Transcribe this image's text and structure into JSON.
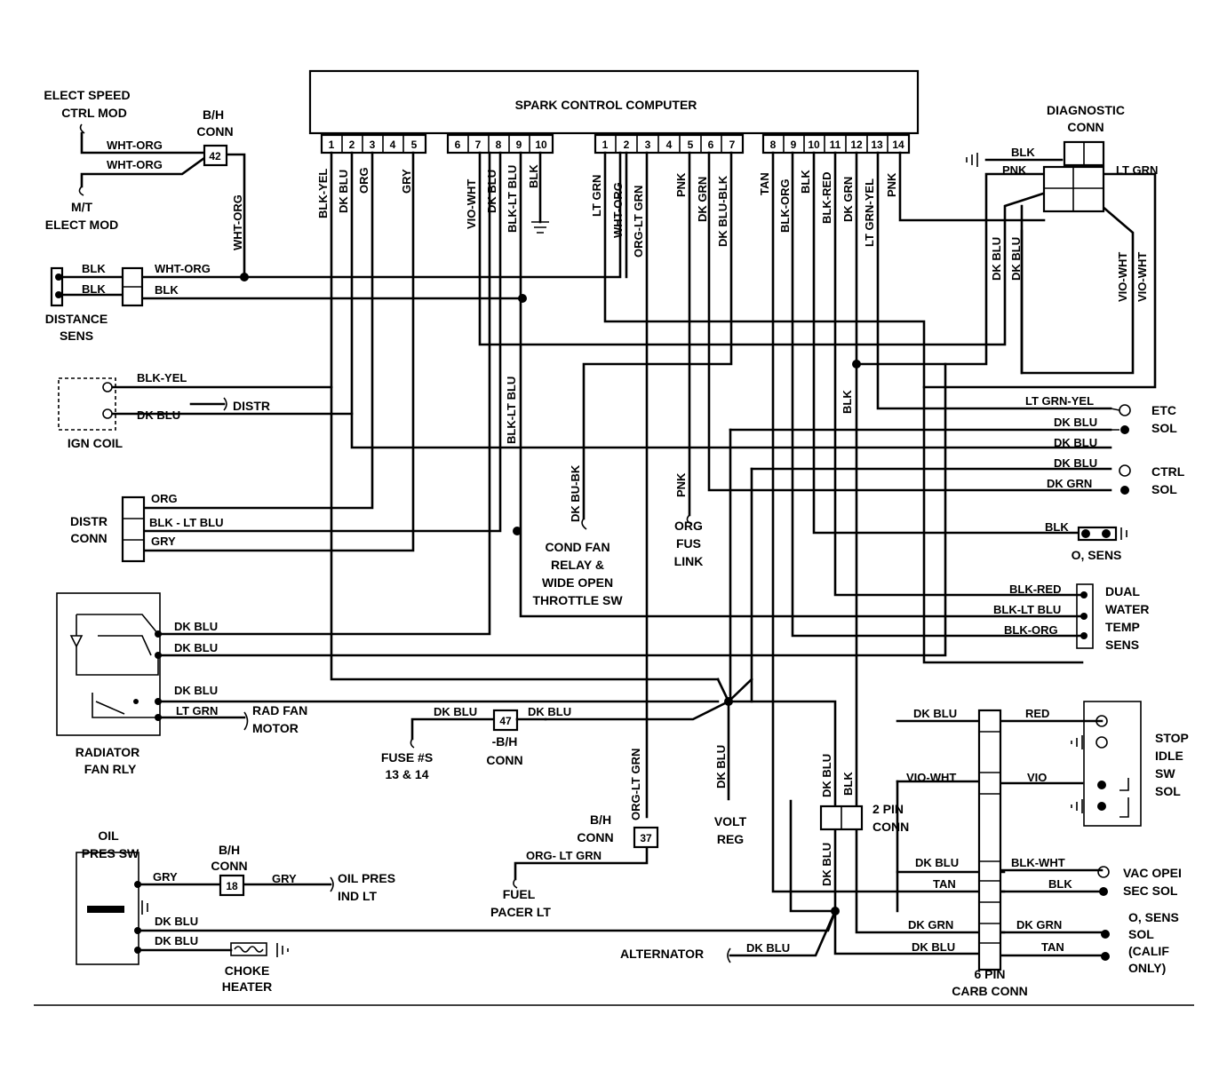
{
  "computer": {
    "title": "SPARK CONTROL COMPUTER",
    "group1_pins": [
      "1",
      "2",
      "3",
      "4",
      "5"
    ],
    "group2_pins": [
      "6",
      "7",
      "8",
      "9",
      "10"
    ],
    "group3_pins": [
      "1",
      "2",
      "3",
      "4",
      "5",
      "6",
      "7"
    ],
    "group4_pins": [
      "8",
      "9",
      "10",
      "11",
      "12",
      "13",
      "14"
    ]
  },
  "wire_labels_vertical": {
    "g1": [
      "BLK-YEL",
      "DK BLU",
      "ORG",
      "GRY"
    ],
    "g2": [
      "VIO-WHT",
      "DK BLU",
      "BLK-LT BLU",
      "BLK"
    ],
    "g3": [
      "LT GRN",
      "WHT-ORG",
      "ORG-LT GRN",
      "PNK",
      "DK GRN",
      "DK BLU-BLK"
    ],
    "g4": [
      "TAN",
      "BLK-ORG",
      "BLK",
      "BLK-RED",
      "DK GRN",
      "LT GRN-YEL",
      "PNK"
    ],
    "misc": [
      "WHT-ORG",
      "BLK-LT BLU",
      "DK BU-BK",
      "PNK",
      "BLK",
      "DK BLU",
      "DK BLU",
      "VIO-WHT",
      "VIO-WHT",
      "DK BLU",
      "DK BLU",
      "BLK",
      "DK BLU",
      "ORG-LT GRN"
    ]
  },
  "components": {
    "elect_speed": [
      "ELECT SPEED",
      "CTRL MOD"
    ],
    "bh_conn_top": [
      "B/H",
      "CONN"
    ],
    "bh_conn_top_num": "42",
    "mt_elect": [
      "M/T",
      "ELECT MOD"
    ],
    "distance_sens": [
      "DISTANCE",
      "SENS"
    ],
    "ign_coil": "IGN COIL",
    "distr": "DISTR",
    "distr_conn": [
      "DISTR",
      "CONN"
    ],
    "cond_fan": [
      "COND FAN",
      "RELAY &",
      "WIDE OPEN",
      "THROTTLE SW"
    ],
    "org_fus": [
      "ORG",
      "FUS",
      "LINK"
    ],
    "radiator": [
      "RADIATOR",
      "FAN RLY"
    ],
    "rad_fan_motor": [
      "RAD FAN",
      "MOTOR"
    ],
    "fuse": [
      "FUSE #S",
      "13 & 14"
    ],
    "bh_conn_47": [
      "-B/H",
      "CONN"
    ],
    "bh_conn_47_num": "47",
    "volt_reg": [
      "VOLT",
      "REG"
    ],
    "bh_conn_37": [
      "B/H",
      "CONN"
    ],
    "bh_conn_37_num": "37",
    "fuel_pacer": [
      "FUEL",
      "PACER LT"
    ],
    "oil_pres_sw": [
      "OIL",
      "PRES SW"
    ],
    "bh_conn_18": [
      "B/H",
      "CONN"
    ],
    "bh_conn_18_num": "18",
    "oil_pres_ind": [
      "OIL PRES",
      "IND LT"
    ],
    "choke_heater": [
      "CHOKE",
      "HEATER"
    ],
    "alternator": "ALTERNATOR",
    "diagnostic_conn": [
      "DIAGNOSTIC",
      "CONN"
    ],
    "etc_sol": [
      "ETC",
      "SOL"
    ],
    "ctrl_sol": [
      "CTRL",
      "SOL"
    ],
    "o2_sens": "O, SENS",
    "dual_water": [
      "DUAL",
      "WATER",
      "TEMP",
      "SENS"
    ],
    "stop_idle": [
      "STOP",
      "IDLE",
      "SW",
      "SOL"
    ],
    "two_pin_conn": [
      "2 PIN",
      "CONN"
    ],
    "vac_oper": [
      "VAC OPEI",
      "SEC SOL"
    ],
    "o2_sens_sol": [
      "O, SENS",
      "SOL",
      "(CALIF",
      "ONLY)"
    ],
    "six_pin": [
      "6 PIN",
      "CARB CONN"
    ]
  },
  "wire_labels": {
    "wht_org_1": "WHT-ORG",
    "wht_org_2": "WHT-ORG",
    "blk_1": "BLK",
    "blk_2": "BLK",
    "wht_org_3": "WHT-ORG",
    "blk_3": "BLK",
    "blk_yel": "BLK-YEL",
    "dk_blu_coil": "DK BLU",
    "org": "ORG",
    "blk_lt_blu": "BLK - LT BLU",
    "gry": "GRY",
    "rad_dk_blu_1": "DK BLU",
    "rad_dk_blu_2": "DK BLU",
    "rad_dk_blu_3": "DK BLU",
    "rad_lt_grn": "LT GRN",
    "fuse_dk_blu_1": "DK BLU",
    "fuse_dk_blu_2": "DK BLU",
    "org_lt_grn": "ORG- LT GRN",
    "oil_gry_1": "GRY",
    "oil_gry_2": "GRY",
    "oil_dk_blu_1": "DK BLU",
    "oil_dk_blu_2": "DK BLU",
    "alt_dk_blu": "DK BLU",
    "diag_blk": "BLK",
    "diag_pnk": "PNK",
    "diag_lt_grn": "LT GRN",
    "etc_lt_grn_yel": "LT GRN-YEL",
    "etc_dk_blu": "DK BLU",
    "ctrl_dk_blu_1": "DK BLU",
    "ctrl_dk_blu_2": "DK BLU",
    "ctrl_dk_grn": "DK GRN",
    "o2_blk": "BLK",
    "water_blk_red": "BLK-RED",
    "water_blk_lt_blu": "BLK-LT BLU",
    "water_blk_org": "BLK-ORG",
    "carb_dk_blu": "DK BLU",
    "carb_red": "RED",
    "carb_vio_wht": "VIO-WHT",
    "carb_vio": "VIO",
    "carb_dk_blu_2": "DK BLU",
    "carb_tan": "TAN",
    "carb_blk_wht": "BLK-WHT",
    "carb_blk": "BLK",
    "carb_dk_grn_1": "DK GRN",
    "carb_dk_grn_2": "DK GRN",
    "carb_dk_blu_3": "DK BLU",
    "carb_tan_2": "TAN"
  }
}
